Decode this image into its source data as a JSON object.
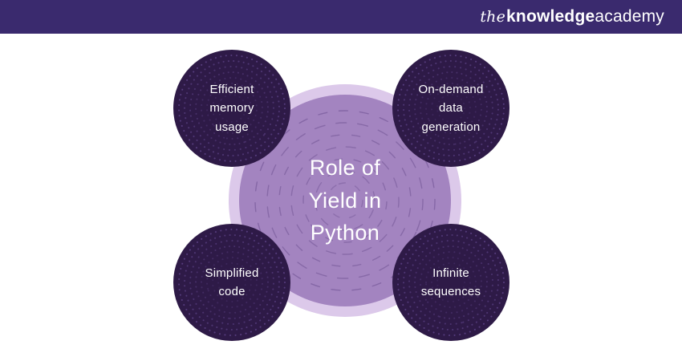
{
  "header": {
    "logo_the": "the",
    "logo_knowledge": "knowledge",
    "logo_academy": "academy"
  },
  "diagram": {
    "center_title": "Role of\nYield in\nPython",
    "nodes": [
      {
        "id": "efficient-memory-usage",
        "label": "Efficient\nmemory\nusage",
        "position": "top-left"
      },
      {
        "id": "on-demand-data-generation",
        "label": "On-demand\ndata\ngeneration",
        "position": "top-right"
      },
      {
        "id": "simplified-code",
        "label": "Simplified\ncode",
        "position": "bottom-left"
      },
      {
        "id": "infinite-sequences",
        "label": "Infinite\nsequences",
        "position": "bottom-right"
      }
    ]
  },
  "colors": {
    "header_bg": "#3a2a6e",
    "node_bg": "#2e1a47",
    "node_dot_texture": "#5d4387",
    "center_outer_ring": "#dcc9ea",
    "center_inner_fill": "#a384c0",
    "center_dash_texture": "#7b5e9d",
    "text": "#ffffff"
  }
}
